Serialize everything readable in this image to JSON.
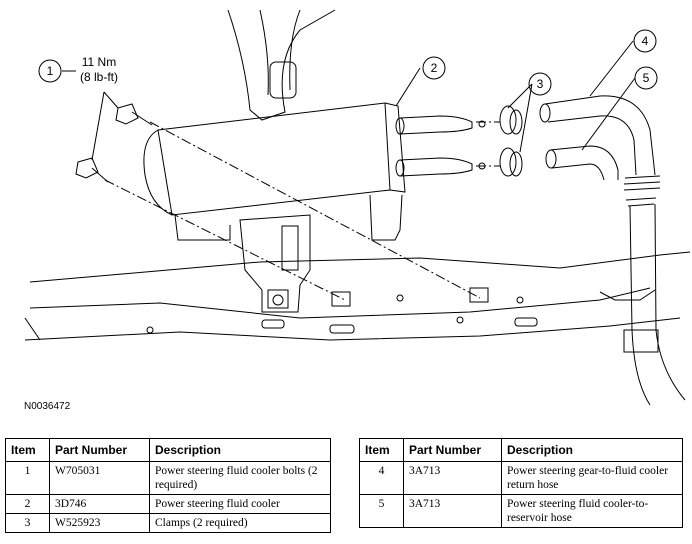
{
  "illustration": {
    "callouts": [
      "1",
      "2",
      "3",
      "4",
      "5"
    ],
    "torque_line1": "11 Nm",
    "torque_line2": "(8 lb-ft)",
    "figure_id": "N0036472"
  },
  "table_headers": {
    "item": "Item",
    "part_number": "Part Number",
    "description": "Description"
  },
  "parts_left": [
    {
      "item": "1",
      "part_number": "W705031",
      "description": "Power steering fluid cooler bolts (2 required)"
    },
    {
      "item": "2",
      "part_number": "3D746",
      "description": "Power steering fluid cooler"
    },
    {
      "item": "3",
      "part_number": "W525923",
      "description": "Clamps (2 required)"
    }
  ],
  "parts_right": [
    {
      "item": "4",
      "part_number": "3A713",
      "description": "Power steering gear-to-fluid cooler return hose"
    },
    {
      "item": "5",
      "part_number": "3A713",
      "description": "Power steering fluid cooler-to-reservoir hose"
    }
  ]
}
